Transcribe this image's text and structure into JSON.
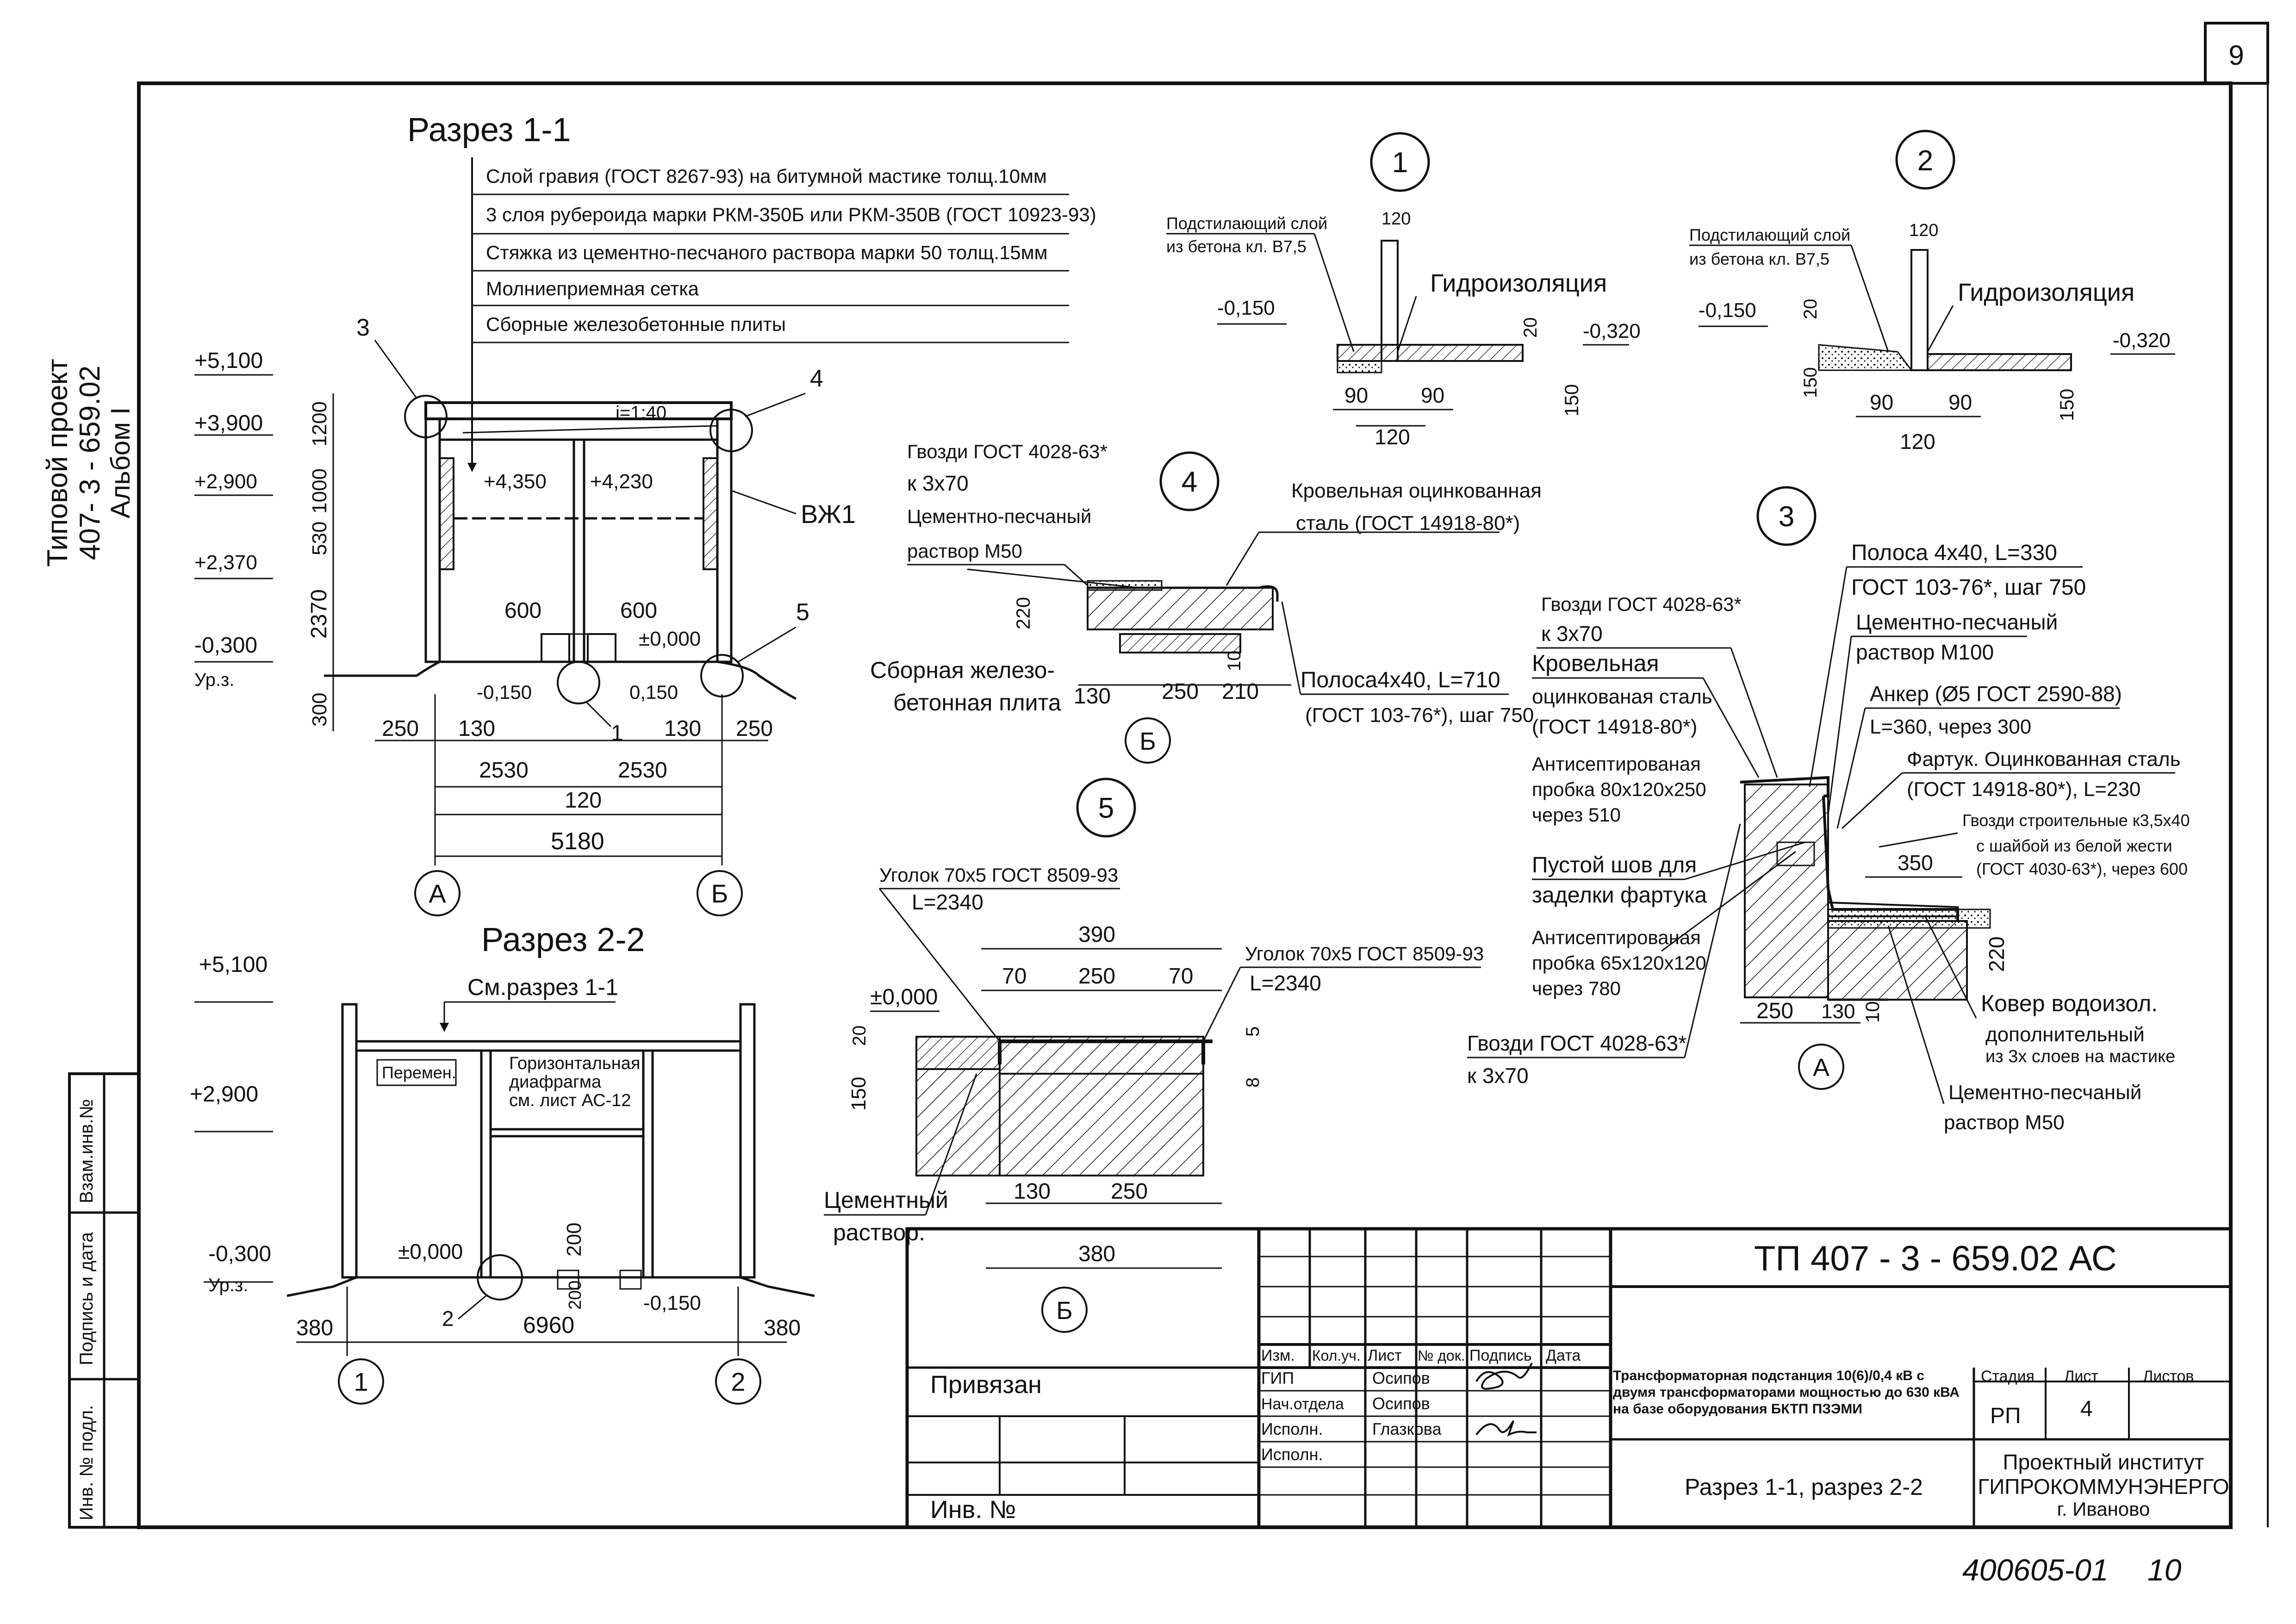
{
  "sheet": {
    "page_number": "9",
    "side_project": [
      "Типовой проект",
      "407- 3 - 659.02",
      "Альбом I"
    ],
    "side_labels": [
      "Взам.инв.№",
      "Подпись и дата",
      "Инв. № подл."
    ],
    "handwritten_number": "400605-01",
    "handwritten_page": "10"
  },
  "section_1_1": {
    "title": "Разрез 1-1",
    "layers": [
      "Слой гравия (ГОСТ 8267-93) на битумной мастике  толщ.10мм",
      "3 слоя рубероида марки РКМ-350Б или РКМ-350В (ГОСТ 10923-93)",
      "Стяжка из цементно-песчаного раствора марки 50  толщ.15мм",
      "Молниеприемная сетка",
      "Сборные железобетонные плиты"
    ],
    "levels": [
      "+5,100",
      "+3,900",
      "+2,900",
      "+2,370",
      "-0,300",
      "Ур.з."
    ],
    "inner_levels": [
      "+4,350",
      "+4,230",
      "±0,000",
      "-0,150",
      "0,150"
    ],
    "vertical_dims": [
      "1200",
      "1000",
      "530",
      "2370",
      "300"
    ],
    "slope": "i=1:40",
    "callouts": [
      "3",
      "4",
      "5",
      "1"
    ],
    "wall_mark": "ВЖ1",
    "dims": [
      "600",
      "600",
      "250",
      "130",
      "130",
      "250",
      "2530",
      "2530",
      "120",
      "5180"
    ],
    "axes": [
      "А",
      "Б"
    ]
  },
  "section_2_2": {
    "title": "Разрез 2-2",
    "levels": [
      "+5,100",
      "+2,900",
      "-0,300",
      "Ур.з.",
      "±0,000",
      "-0,150"
    ],
    "ref": "См.разрез 1-1",
    "labels": [
      "Перемен.",
      "Горизонтальная",
      "диафрагма",
      "см. лист АС-12"
    ],
    "dims": [
      "200",
      "200",
      "6960",
      "380",
      "380"
    ],
    "callout": "2",
    "axes": [
      "1",
      "2"
    ]
  },
  "node_1": {
    "id": "1",
    "sub": "Подстилающий слой",
    "sub2": "из бетона кл. В7,5",
    "waterproofing": "Гидроизоляция",
    "levels": [
      "-0,150",
      "-0,320"
    ],
    "dims": [
      "120",
      "20",
      "90",
      "90",
      "120",
      "150"
    ]
  },
  "node_2": {
    "id": "2",
    "sub": "Подстилающий слой",
    "sub2": "из бетона кл. В7,5",
    "waterproofing": "Гидроизоляция",
    "levels": [
      "-0,150",
      "-0,320"
    ],
    "dims": [
      "120",
      "20",
      "150",
      "90",
      "90",
      "120",
      "150"
    ]
  },
  "node_4": {
    "id": "4",
    "labels": [
      "Гвозди ГОСТ 4028-63*",
      "к 3х70",
      "Цементно-песчаный",
      "раствор  М50",
      "Кровельная оцинкованная",
      "сталь (ГОСТ 14918-80*)",
      "Сборная железо-",
      "бетонная плита",
      "Полоса4х40, L=710",
      "(ГОСТ 103-76*), шаг 750"
    ],
    "dims": [
      "220",
      "130",
      "250",
      "210",
      "10"
    ],
    "axis": "Б"
  },
  "node_3": {
    "id": "3",
    "labels": [
      "Полоса 4х40, L=330",
      "ГОСТ 103-76*, шаг 750",
      "Гвозди ГОСТ 4028-63*",
      "к 3х70",
      "Цементно-песчаный",
      "раствор  М100",
      "Кровельная",
      "оцинкованая сталь",
      "(ГОСТ 14918-80*)",
      "Анкер  (Ø5   ГОСТ 2590-88)",
      "L=360, через 300",
      "Антисептированая",
      "пробка 80х120х250",
      "через 510",
      "Фартук. Оцинкованная сталь",
      "(ГОСТ 14918-80*), L=230",
      "Гвозди строительные к3,5х40",
      "с шайбой из белой жести",
      "(ГОСТ 4030-63*), через 600",
      "Пустой шов для",
      "заделки фартука",
      "Антисептированая",
      "пробка 65х120х120",
      "через 780",
      "Гвозди ГОСТ 4028-63*",
      "к 3х70",
      "Ковер водоизол.",
      "дополнительный",
      "из 3х слоев на мастике",
      "Цементно-песчаный",
      "раствор  М50"
    ],
    "dims": [
      "350",
      "220",
      "250",
      "130",
      "10"
    ],
    "axis": "А"
  },
  "node_5": {
    "id": "5",
    "labels": [
      "Уголок 70х5 ГОСТ 8509-93",
      "L=2340",
      "Уголок 70х5  ГОСТ 8509-93",
      "L=2340",
      "±0,000",
      "Цементный",
      "раствор."
    ],
    "dims": [
      "390",
      "70",
      "250",
      "70",
      "5",
      "20",
      "150",
      "8",
      "130",
      "250",
      "380"
    ],
    "axis": "Б"
  },
  "title_block": {
    "code": "ТП  407 - 3 - 659.02    АС",
    "privyazan": "Привязан",
    "inv": "Инв. №",
    "headers": [
      "Изм.",
      "Кол.уч.",
      "Лист",
      "№ док.",
      "Подпись",
      "Дата"
    ],
    "rows": [
      {
        "role": "ГИП",
        "name": "Осипов"
      },
      {
        "role": "Нач.отдела",
        "name": "Осипов"
      },
      {
        "role": "Исполн.",
        "name": "Глазкова"
      },
      {
        "role": "Исполн.",
        "name": ""
      }
    ],
    "object": "Трансформаторная подстанция 10(6)/0,4 кВ с двумя трансформаторами мощностью до 630 кВА на базе оборудования БКТП ПЗЭМИ",
    "sheet_title": "Разрез 1-1, разрез 2-2",
    "stage_hdr": "Стадия",
    "sheet_hdr": "Лист",
    "sheets_hdr": "Листов",
    "stage": "РП",
    "sheet_no": "4",
    "sheets": "",
    "org": [
      "Проектный институт",
      "ГИПРОКОММУНЭНЕРГО",
      "г. Иваново"
    ]
  }
}
